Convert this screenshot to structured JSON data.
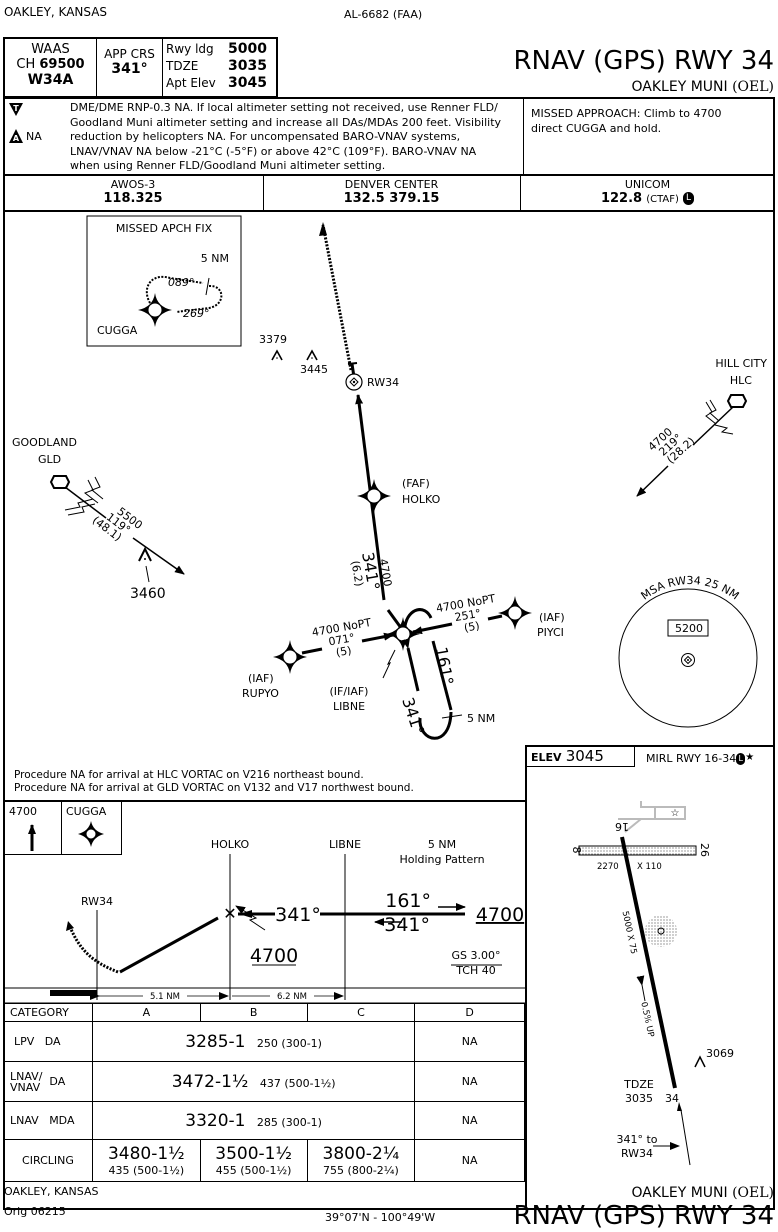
{
  "header": {
    "location": "OAKLEY, KANSAS",
    "chart_id": "AL-6682 (FAA)",
    "title": "RNAV (GPS) RWY 34",
    "airport": "OAKLEY MUNI",
    "airport_id": "(OEL)",
    "waas_label": "WAAS",
    "waas_ch_label": "CH",
    "waas_ch": "69500",
    "waas_id": "W34A",
    "app_crs_label": "APP CRS",
    "app_crs": "341°",
    "rwy_ldg_label": "Rwy ldg",
    "rwy_ldg": "5000",
    "tdze_label": "TDZE",
    "tdze": "3035",
    "apt_elev_label": "Apt Elev",
    "apt_elev": "3045"
  },
  "notes": {
    "takeoff_icon": "T",
    "alternate_icon": "A",
    "alternate_na": "NA",
    "lines": [
      "DME/DME RNP-0.3 NA.  If local altimeter setting not received, use Renner FLD/",
      "Goodland Muni altimeter setting and increase all DAs/MDAs 200 feet.  Visibility",
      "reduction by helicopters NA.  For uncompensated BARO-VNAV systems,",
      "LNAV/VNAV NA below -21°C (-5°F) or above 42°C (109°F).  BARO-VNAV NA",
      "when using Renner FLD/Goodland Muni altimeter setting."
    ],
    "missed_approach": [
      "MISSED APPROACH: Climb to 4700",
      "direct CUGGA and hold."
    ]
  },
  "comms": [
    {
      "name": "AWOS-3",
      "freq": "118.325",
      "extra": ""
    },
    {
      "name": "DENVER CENTER",
      "freq": "132.5  379.15",
      "extra": ""
    },
    {
      "name": "UNICOM",
      "freq": "122.8",
      "extra": "(CTAF)",
      "icon": "L"
    }
  ],
  "plan": {
    "missed_fix_title": "MISSED APCH FIX",
    "missed_hold_dist": "5 NM",
    "missed_hold_out": "089°",
    "missed_hold_in": "269°",
    "missed_fix": "CUGGA",
    "obstacles": [
      "3379",
      "3445",
      "3460"
    ],
    "rw34": "RW34",
    "faf_label": "(FAF)",
    "faf": "HOLKO",
    "final_alt": "4700",
    "final_crs": "341°",
    "final_dist": "(6.2)",
    "goodland": "GOODLAND",
    "gld": "GLD",
    "gld_alt": "5500",
    "gld_crs": "119°",
    "gld_dist": "(48.1)",
    "hill_city": "HILL CITY",
    "hlc": "HLC",
    "hlc_alt": "4700",
    "hlc_crs": "219°",
    "hlc_dist": "(28.2)",
    "rupyo_alt": "4700 NoPT",
    "rupyo_crs": "071°",
    "rupyo_dist": "(5)",
    "rupyo_label": "(IAF)",
    "rupyo": "RUPYO",
    "piyci_alt": "4700 NoPT",
    "piyci_crs": "251°",
    "piyci_dist": "(5)",
    "piyci_label": "(IAF)",
    "piyci": "PIYCI",
    "libne_label": "(IF/IAF)",
    "libne": "LIBNE",
    "hold_out": "161°",
    "hold_in": "341°",
    "hold_dist": "5 NM",
    "msa_label": "MSA RW34 25 NM",
    "msa_alt": "5200",
    "proc_na": [
      "Procedure NA for arrival at HLC VORTAC on V216 northeast bound.",
      "Procedure NA for arrival at GLD VORTAC on V132 and V17 northwest bound."
    ]
  },
  "profile": {
    "ma_alt": "4700",
    "ma_fix": "CUGGA",
    "holko": "HOLKO",
    "libne": "LIBNE",
    "hold_dist": "5 NM",
    "hold_label": "Holding Pattern",
    "rw34": "RW34",
    "final_crs": "341°",
    "hold_out": "161°",
    "hold_in": "341°",
    "hold_alt": "4700",
    "faf_alt": "4700",
    "gs": "GS 3.00°",
    "tch": "TCH 40",
    "dist1": "5.1 NM",
    "dist2": "6.2 NM"
  },
  "minimums": {
    "headers": [
      "CATEGORY",
      "A",
      "B",
      "C",
      "D"
    ],
    "rows": [
      {
        "label": "LPV   DA",
        "abc": "3285-1",
        "abc_small": "250 (300-1)",
        "d": "NA"
      },
      {
        "label": "LNAV/ VNAV   DA",
        "abc": "3472-1½",
        "abc_small": "437 (500-1½)",
        "d": "NA"
      },
      {
        "label": "LNAV   MDA",
        "abc": "3320-1",
        "abc_small": "285 (300-1)",
        "d": "NA"
      }
    ],
    "circling": {
      "label": "CIRCLING",
      "a": "3480-1½",
      "a_small": "435 (500-1½)",
      "b": "3500-1½",
      "b_small": "455 (500-1½)",
      "c": "3800-2¼",
      "c_small": "755 (800-2¼)",
      "d": "NA"
    }
  },
  "airport_diagram": {
    "elev_label": "ELEV",
    "elev": "3045",
    "lighting": "MIRL RWY 16-34",
    "rwy_16": "16",
    "rwy_34": "34",
    "rwy_8": "8",
    "rwy_26": "26",
    "cross_dims": "2270",
    "cross_width": "X 110",
    "main_dims": "5000 X 75",
    "slope": "0.5% UP",
    "tdze_label": "TDZE",
    "tdze": "3035",
    "obstacle": "3069",
    "final_label": "341° to",
    "final_label2": "RW34"
  },
  "footer": {
    "location": "OAKLEY, KANSAS",
    "amendment": "Orig  06215",
    "coords": "39°07'N - 100°49'W",
    "airport": "OAKLEY MUNI",
    "airport_id": "(OEL)",
    "title": "RNAV (GPS) RWY 34"
  }
}
